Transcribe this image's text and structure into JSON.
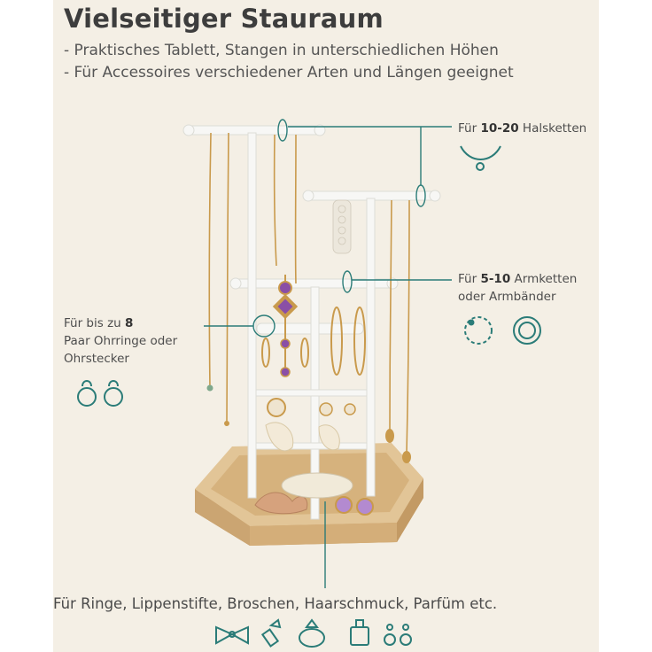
{
  "title": "Vielseitiger Stauraum",
  "bullets": [
    "- Praktisches Tablett, Stangen in unterschiedlichen Höhen",
    "- Für Accessoires verschiedener Arten und Längen geeignet"
  ],
  "callouts": {
    "necklaces": {
      "pre": "Für ",
      "num": "10-20",
      "post": " Halsketten"
    },
    "bracelets": {
      "pre": "Für  ",
      "num": "5-10",
      "post": " Armketten",
      "line2": "oder Armbänder"
    },
    "earrings": {
      "pre": "Für bis zu ",
      "num": "8",
      "line2": "Paar Ohrringe oder",
      "line3": "Ohrstecker"
    },
    "tray": "Für Ringe, Lippenstifte, Broschen, Haarschmuck, Parfüm etc."
  },
  "colors": {
    "background": "#f4efe5",
    "accent": "#2b7c78",
    "stand": "#f7f7f5",
    "wood": "#d8b98c",
    "gold": "#c99a4c"
  },
  "icons": [
    "necklace-icon",
    "bracelet-icon",
    "bangle-icon",
    "earring-icon",
    "bow-icon",
    "lipstick-icon",
    "ring-icon",
    "perfume-icon",
    "drop-earring-icon"
  ]
}
